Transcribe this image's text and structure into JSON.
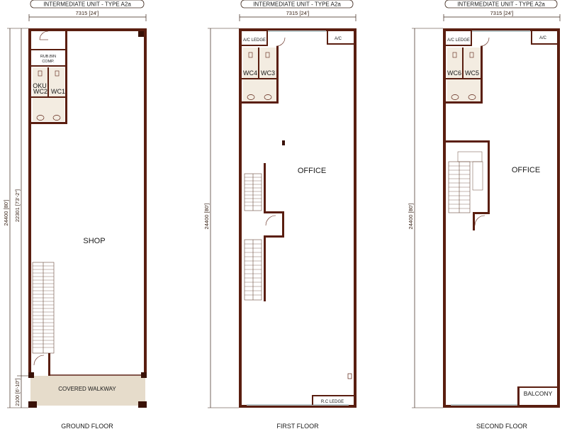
{
  "header_title": "INTERMEDIATE UNIT - TYPE A2a",
  "colors": {
    "wall": "#5a1e10",
    "wall_dark": "#3a1208",
    "dim_line": "#3a2418",
    "walkway_fill": "#e6dccb",
    "wc_tile": "#f3ece1",
    "stair_line": "#6a4a3a",
    "glass": "#b9c6c8"
  },
  "ground_floor": {
    "caption": "GROUND FLOOR",
    "width_dim": "7315 [24']",
    "overall_depth_dim": "24400 [80']",
    "inner_depth_dim": "22301 [73'-2\"]",
    "walkway_depth_dim": "2100 [6'-10\"]",
    "rooms": {
      "shop": "SHOP",
      "rubbish_line1": "RUB.BIN",
      "rubbish_line2": "COMP.",
      "oku": "OKU",
      "wc_a": "WC2",
      "wc_b": "WC1",
      "walkway": "COVERED WALKWAY"
    }
  },
  "first_floor": {
    "caption": "FIRST FLOOR",
    "width_dim": "7315 [24']",
    "overall_depth_dim": "24400 [80']",
    "rooms": {
      "office": "OFFICE",
      "ac_ledge": "A/C LEDGE",
      "ac": "A/C",
      "wc_a": "WC4",
      "wc_b": "WC3",
      "rc_ledge": "R.C LEDGE"
    }
  },
  "second_floor": {
    "caption": "SECOND FLOOR",
    "width_dim": "7315 [24']",
    "overall_depth_dim": "24400 [80']",
    "rooms": {
      "office": "OFFICE",
      "ac_ledge": "A/C LEDGE",
      "ac": "A/C",
      "wc_a": "WC6",
      "wc_b": "WC5",
      "balcony": "BALCONY"
    }
  }
}
